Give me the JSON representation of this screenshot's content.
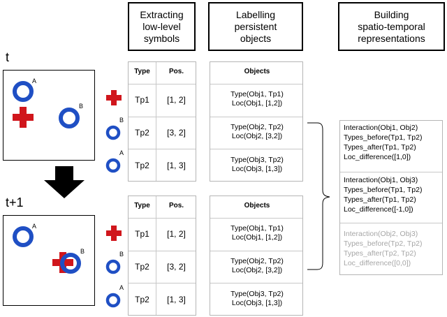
{
  "headers": {
    "extract": [
      "Extracting",
      "low-level",
      "symbols"
    ],
    "label": [
      "Labelling",
      "persistent",
      "objects"
    ],
    "build": [
      "Building",
      "spatio-temporal",
      "representations"
    ]
  },
  "frames": {
    "t_label": "t",
    "t1_label": "t+1",
    "obj_a": "A",
    "obj_b": "B"
  },
  "tables": {
    "col_type": "Type",
    "col_pos": "Pos.",
    "col_objects": "Objects",
    "top_rows": [
      {
        "type": "Tp1",
        "pos": "[1, 2]",
        "obj1": "Type(Obj1, Tp1)",
        "obj2": "Loc(Obj1, [1,2])",
        "icon_label": ""
      },
      {
        "type": "Tp2",
        "pos": "[3, 2]",
        "obj1": "Type(Obj2, Tp2)",
        "obj2": "Loc(Obj2, [3,2])",
        "icon_label": "B"
      },
      {
        "type": "Tp2",
        "pos": "[1, 3]",
        "obj1": "Type(Obj3, Tp2)",
        "obj2": "Loc(Obj3, [1,3])",
        "icon_label": "A"
      }
    ],
    "bottom_rows": [
      {
        "type": "Tp1",
        "pos": "[1, 2]",
        "obj1": "Type(Obj1, Tp1)",
        "obj2": "Loc(Obj1, [1,2])",
        "icon_label": ""
      },
      {
        "type": "Tp2",
        "pos": "[3, 2]",
        "obj1": "Type(Obj2, Tp2)",
        "obj2": "Loc(Obj2, [3,2])",
        "icon_label": "B"
      },
      {
        "type": "Tp2",
        "pos": "[1, 3]",
        "obj1": "Type(Obj3, Tp2)",
        "obj2": "Loc(Obj3, [1,3])",
        "icon_label": "A"
      }
    ]
  },
  "interactions": [
    {
      "lines": [
        "Interaction(Obj1, Obj2)",
        "Types_before(Tp1, Tp2)",
        "Types_after(Tp1, Tp2)",
        "Loc_difference([1,0])"
      ],
      "muted": false
    },
    {
      "lines": [
        "Interaction(Obj1, Obj3)",
        "Types_before(Tp1, Tp2)",
        "Types_after(Tp1, Tp2)",
        "Loc_difference([-1,0])"
      ],
      "muted": false
    },
    {
      "lines": [
        "Interaction(Obj2, Obj3)",
        "Types_before(Tp2, Tp2)",
        "Types_after(Tp2, Tp2)",
        "Loc_difference([0,0])"
      ],
      "muted": true
    }
  ],
  "colors": {
    "ring": "#1f4fc4",
    "cross": "#d0161c",
    "muted_text": "#a6a6a6"
  }
}
